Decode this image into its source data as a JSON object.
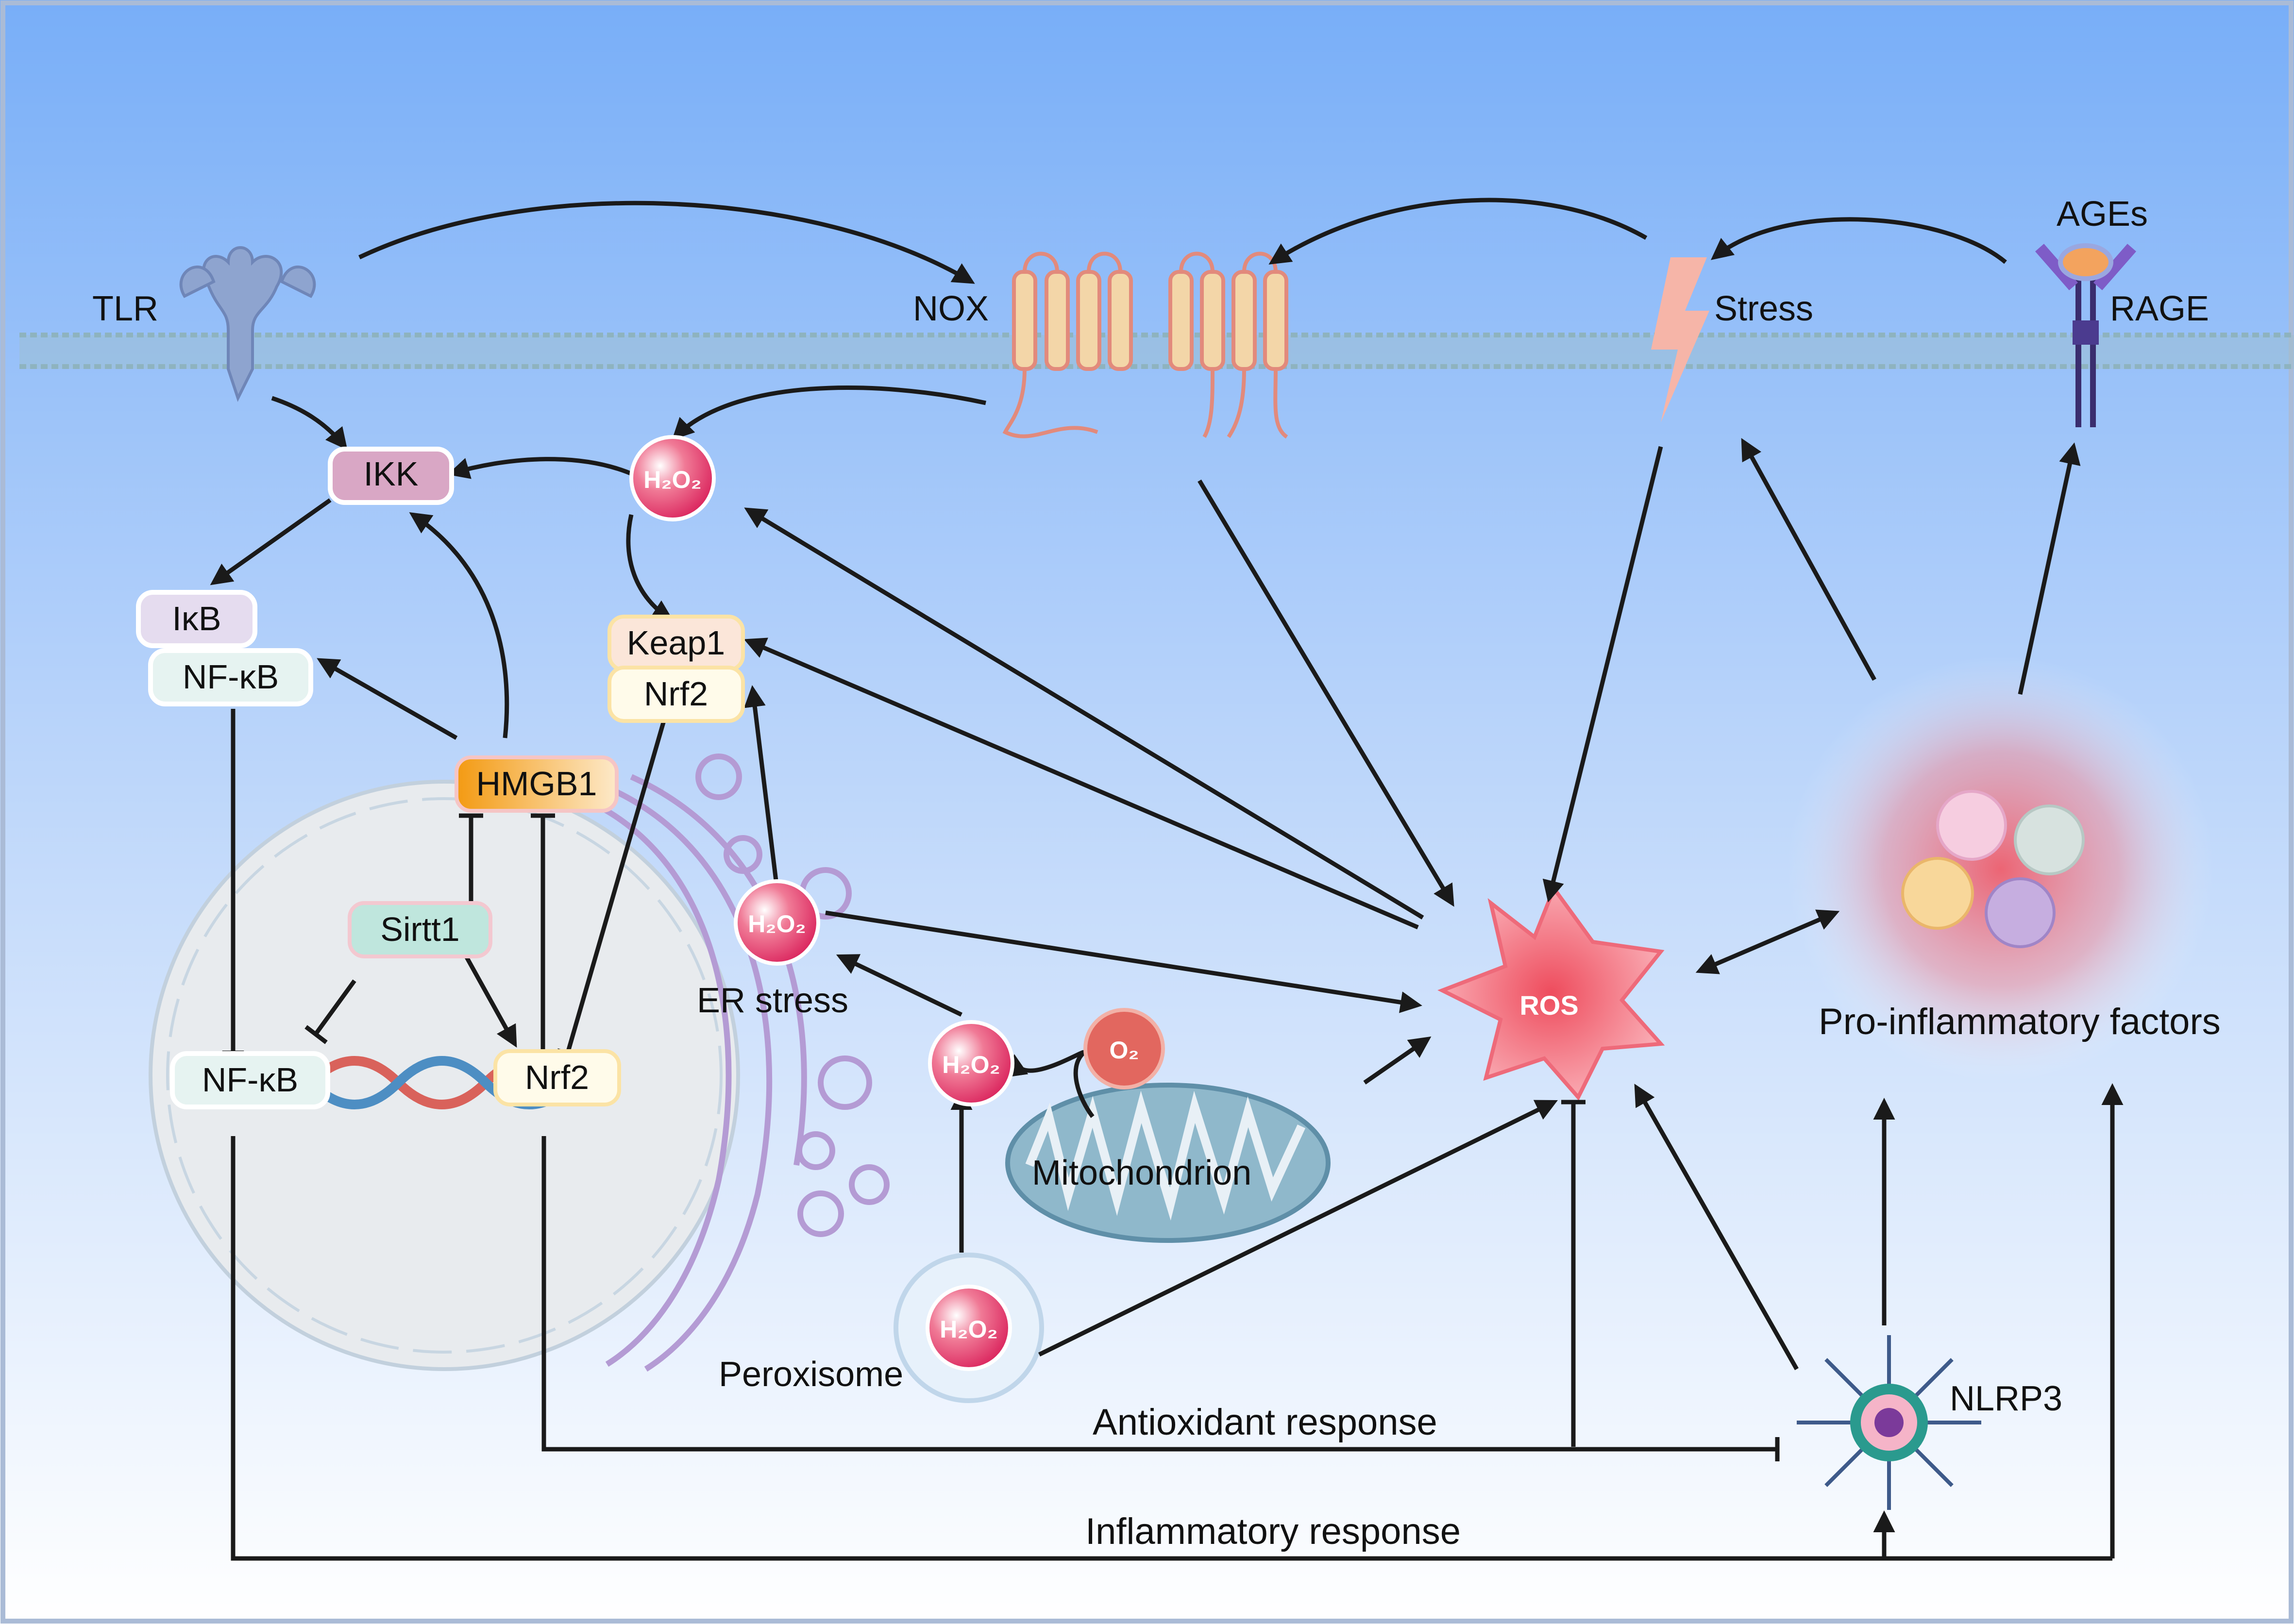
{
  "membrane_labels": {
    "tlr": "TLR",
    "nox": "NOX",
    "stress": "Stress",
    "ages": "AGEs",
    "rage": "RAGE"
  },
  "cytosol_labels": {
    "ikk": "IKK",
    "ikb": "IκB",
    "nfkb_cyto": "NF-κB",
    "keap1": "Keap1",
    "nrf2_cyto": "Nrf2",
    "hmgb1": "HMGB1",
    "sirtt1": "Sirtt1",
    "nfkb_nuc": "NF-κB",
    "nrf2_nuc": "Nrf2"
  },
  "organelles": {
    "er_stress": "ER stress",
    "mitochondrion": "Mitochondrion",
    "peroxisome": "Peroxisome",
    "nlrp3": "NLRP3",
    "pro_inflammatory": "Pro-inflammatory factors"
  },
  "molecules": {
    "h2o2_top": "H₂O₂",
    "h2o2_er": "H₂O₂",
    "h2o2_mito": "H₂O₂",
    "h2o2_perox": "H₂O₂",
    "o2": "O₂",
    "ros": "ROS"
  },
  "responses": {
    "antioxidant": "Antioxidant response",
    "inflammatory": "Inflammatory response"
  },
  "colors": {
    "sky_top": "#78aef8",
    "sky_bottom": "#ffffff",
    "membrane": "#a9c9cf",
    "ikk": "#d9a7c5",
    "h2o2": "#e0406c",
    "ros": "#f06b7b",
    "nox": "#f3d6a8",
    "hmgb1": "#f6a21f",
    "sirtt1": "#bfe6dd",
    "arrow": "#1a1a1a"
  }
}
